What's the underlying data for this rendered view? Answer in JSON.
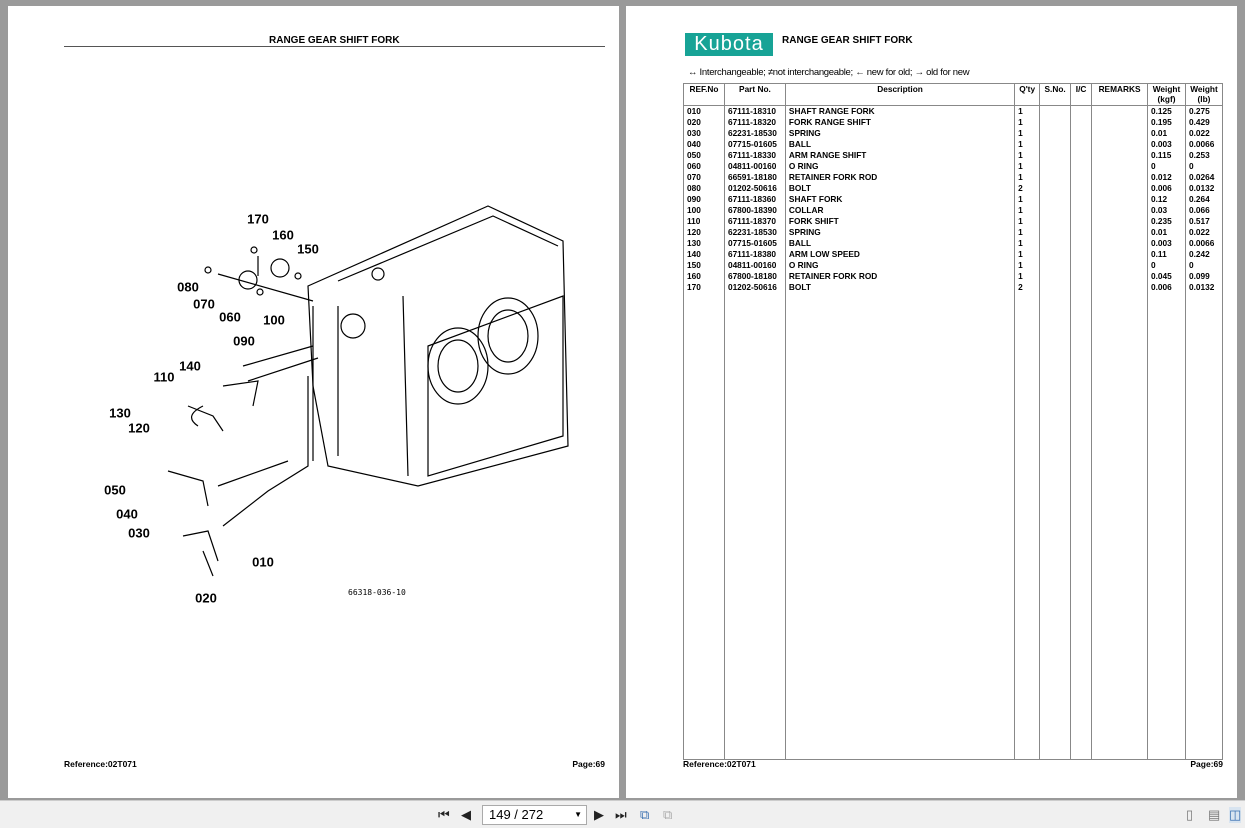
{
  "left_page": {
    "title": "RANGE GEAR SHIFT FORK",
    "diagram_code": "66318-036-10",
    "callouts": [
      "170",
      "160",
      "150",
      "080",
      "070",
      "060",
      "100",
      "090",
      "140",
      "110",
      "130",
      "120",
      "050",
      "040",
      "030",
      "010",
      "020"
    ],
    "reference": "Reference:02T071",
    "page": "Page:69"
  },
  "right_page": {
    "logo": "Kubota",
    "title": "RANGE GEAR SHIFT FORK",
    "legend": "↔ Interchangeable;   ≠not interchangeable;   ← new for old;   → old for new",
    "columns": [
      "REF.No",
      "Part No.",
      "Description",
      "Q'ty",
      "S.No.",
      "I/C",
      "REMARKS",
      "Weight (kgf)",
      "Weight (lb)"
    ],
    "rows": [
      [
        "010",
        "67111-18310",
        "SHAFT RANGE FORK",
        "1",
        "",
        "",
        "",
        "0.125",
        "0.275"
      ],
      [
        "020",
        "67111-18320",
        "FORK RANGE SHIFT",
        "1",
        "",
        "",
        "",
        "0.195",
        "0.429"
      ],
      [
        "030",
        "62231-18530",
        "SPRING",
        "1",
        "",
        "",
        "",
        "0.01",
        "0.022"
      ],
      [
        "040",
        "07715-01605",
        "BALL",
        "1",
        "",
        "",
        "",
        "0.003",
        "0.0066"
      ],
      [
        "050",
        "67111-18330",
        "ARM RANGE SHIFT",
        "1",
        "",
        "",
        "",
        "0.115",
        "0.253"
      ],
      [
        "060",
        "04811-00160",
        "O RING",
        "1",
        "",
        "",
        "",
        "0",
        "0"
      ],
      [
        "070",
        "66591-18180",
        "RETAINER FORK ROD",
        "1",
        "",
        "",
        "",
        "0.012",
        "0.0264"
      ],
      [
        "080",
        "01202-50616",
        "BOLT",
        "2",
        "",
        "",
        "",
        "0.006",
        "0.0132"
      ],
      [
        "090",
        "67111-18360",
        "SHAFT FORK",
        "1",
        "",
        "",
        "",
        "0.12",
        "0.264"
      ],
      [
        "100",
        "67800-18390",
        "COLLAR",
        "1",
        "",
        "",
        "",
        "0.03",
        "0.066"
      ],
      [
        "110",
        "67111-18370",
        "FORK SHIFT",
        "1",
        "",
        "",
        "",
        "0.235",
        "0.517"
      ],
      [
        "120",
        "62231-18530",
        "SPRING",
        "1",
        "",
        "",
        "",
        "0.01",
        "0.022"
      ],
      [
        "130",
        "07715-01605",
        "BALL",
        "1",
        "",
        "",
        "",
        "0.003",
        "0.0066"
      ],
      [
        "140",
        "67111-18380",
        "ARM LOW SPEED",
        "1",
        "",
        "",
        "",
        "0.11",
        "0.242"
      ],
      [
        "150",
        "04811-00160",
        "O RING",
        "1",
        "",
        "",
        "",
        "0",
        "0"
      ],
      [
        "160",
        "67800-18180",
        "RETAINER FORK ROD",
        "1",
        "",
        "",
        "",
        "0.045",
        "0.099"
      ],
      [
        "170",
        "01202-50616",
        "BOLT",
        "2",
        "",
        "",
        "",
        "0.006",
        "0.0132"
      ]
    ],
    "reference": "Reference:02T071",
    "page": "Page:69"
  },
  "toolbar": {
    "page_value": "149 / 272",
    "brand_color": "#17a396"
  }
}
